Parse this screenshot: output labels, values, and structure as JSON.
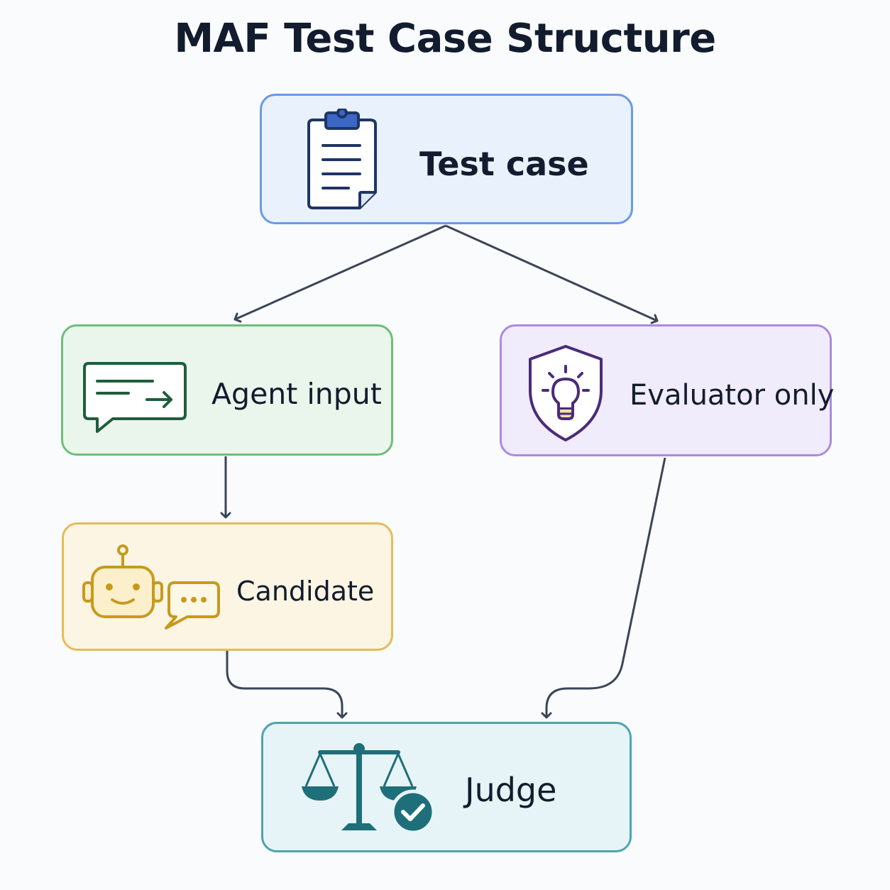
{
  "title": "MAF Test Case Structure",
  "nodes": {
    "test_case": {
      "label": "Test case",
      "icon": "clipboard-icon"
    },
    "agent_input": {
      "label": "Agent input",
      "icon": "message-arrow-icon"
    },
    "evaluator_only": {
      "label": "Evaluator only",
      "icon": "shield-lightbulb-icon"
    },
    "candidate": {
      "label": "Candidate",
      "icon": "robot-chat-icon"
    },
    "judge": {
      "label": "Judge",
      "icon": "scales-check-icon"
    }
  },
  "edges": [
    {
      "from": "Test case",
      "to": "Agent input"
    },
    {
      "from": "Test case",
      "to": "Evaluator only"
    },
    {
      "from": "Agent input",
      "to": "Candidate"
    },
    {
      "from": "Candidate",
      "to": "Judge"
    },
    {
      "from": "Evaluator only",
      "to": "Judge"
    }
  ],
  "colors": {
    "connector": "#3b4558",
    "test_case_border": "#6a9ae4",
    "agent_input_border": "#6cbe7a",
    "evaluator_border": "#a98be0",
    "candidate_border": "#e4bc58",
    "judge_border": "#4fa3b0"
  }
}
